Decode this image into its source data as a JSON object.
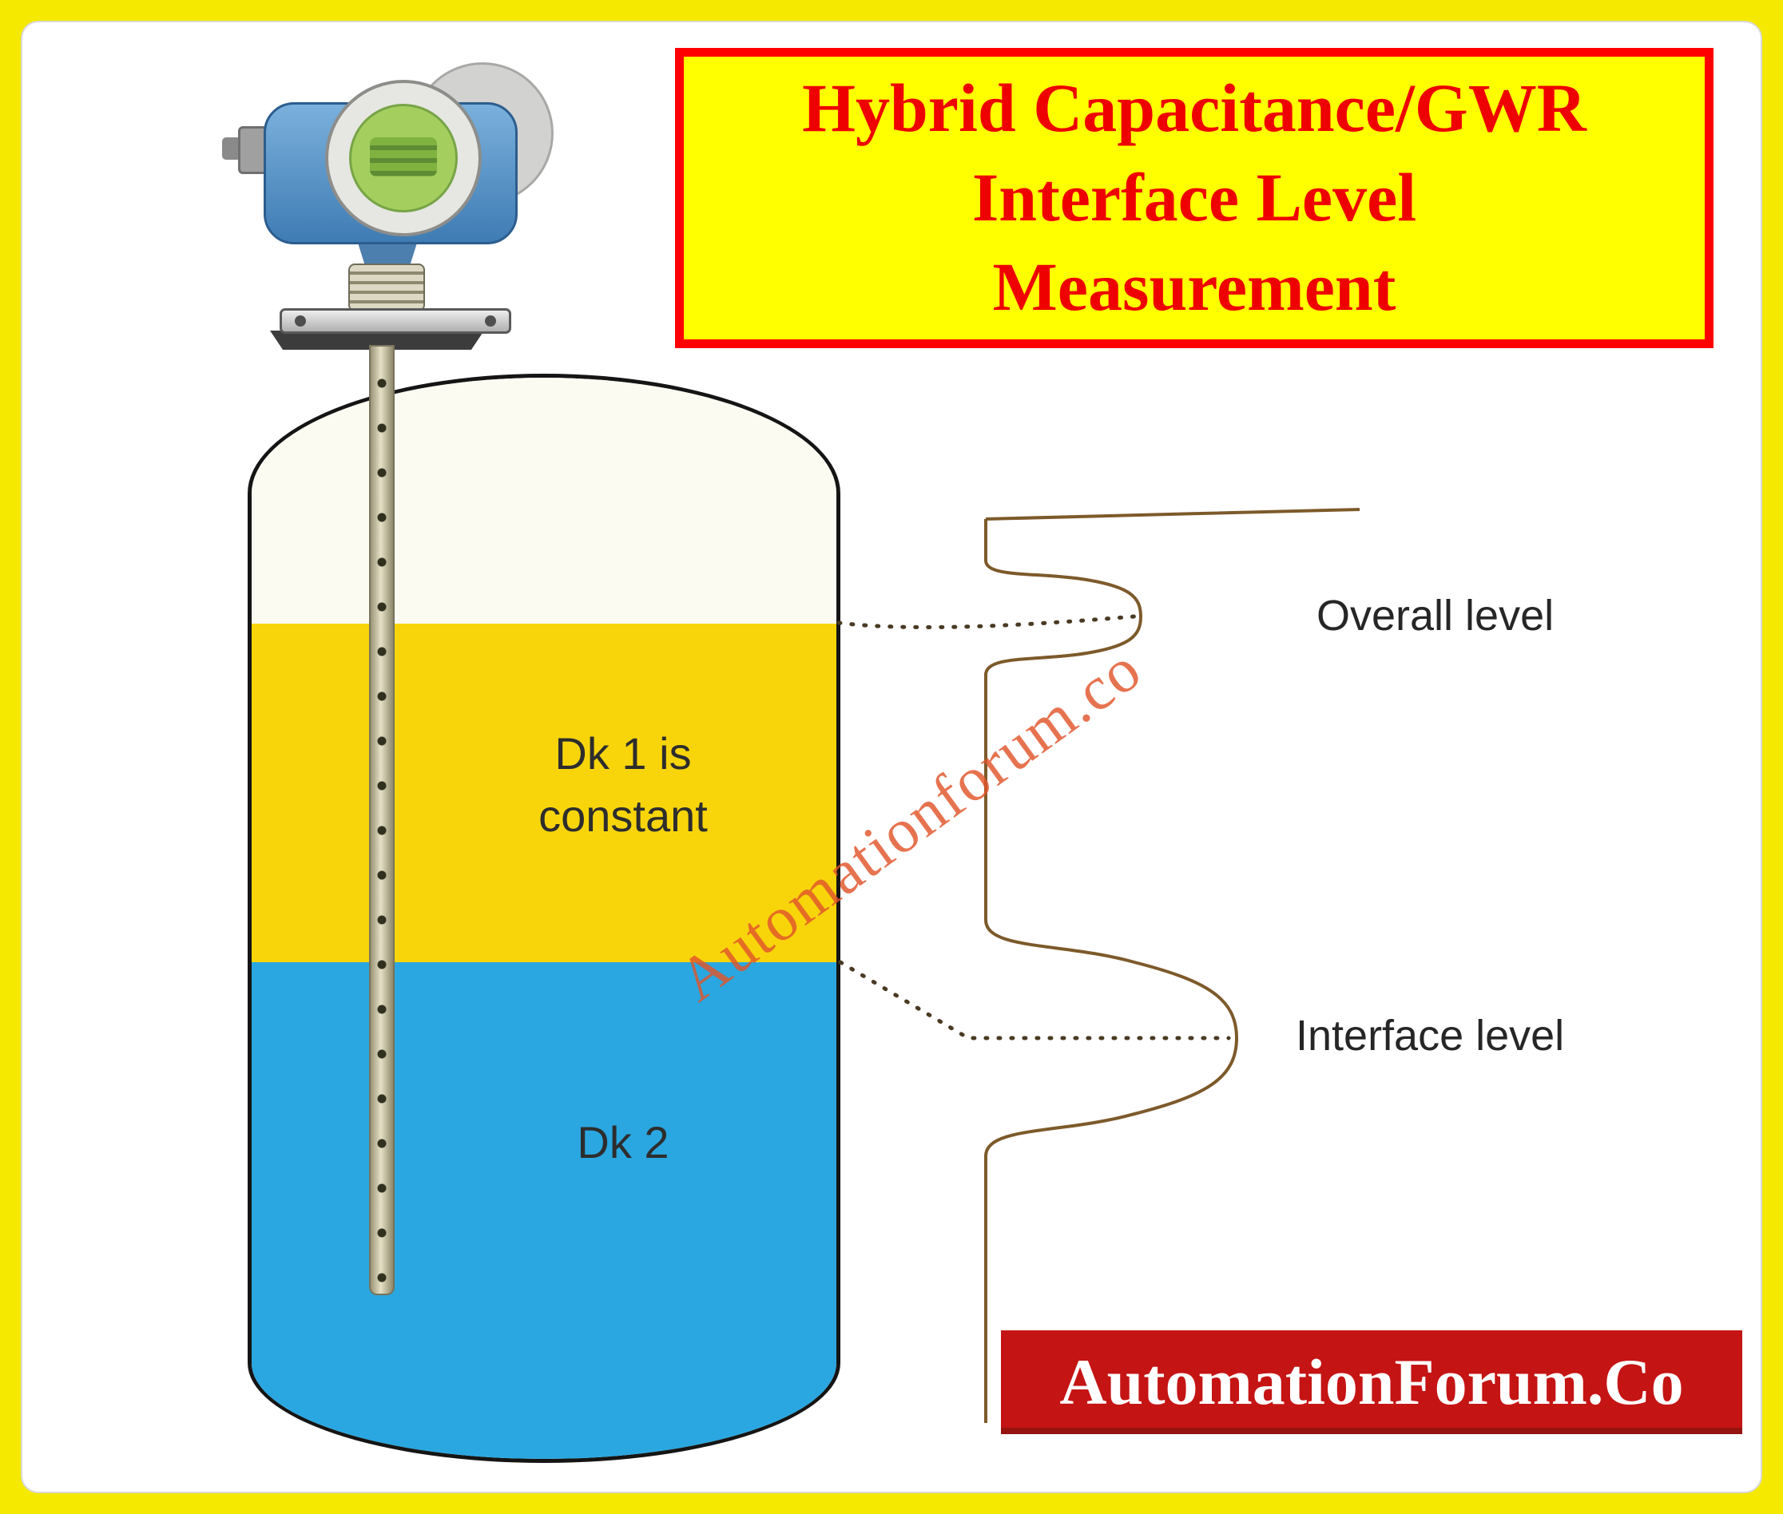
{
  "frame": {
    "border_color": "#f5e900",
    "inner_background": "#ffffff"
  },
  "title_box": {
    "lines": [
      "Hybrid Capacitance/GWR",
      "Interface Level",
      "Measurement"
    ],
    "background": "#ffff00",
    "border_color": "#ff0000",
    "text_color": "#ee0000"
  },
  "instrument": {
    "type": "guided-wave-radar-capacitance-transmitter",
    "housing_color": "#4d84b8",
    "display_color": "#a4cf5e"
  },
  "tank": {
    "outline_color": "#151515",
    "vapor_color": "#fbfbf2",
    "upper_liquid_color": "#f8d50b",
    "lower_liquid_color": "#2aa7e0",
    "upper_label": "Dk 1 is\nconstant",
    "lower_label": "Dk 2"
  },
  "signal": {
    "curve_color": "#7d5a2a",
    "connector_color": "#4a3a22",
    "overall_label": "Overall level",
    "interface_label": "Interface level"
  },
  "watermark": {
    "text": "Automationforum.co",
    "color": "#e0542a"
  },
  "footer_banner": {
    "text": "AutomationForum.Co",
    "background": "#c51414",
    "text_color": "#ffffff"
  }
}
